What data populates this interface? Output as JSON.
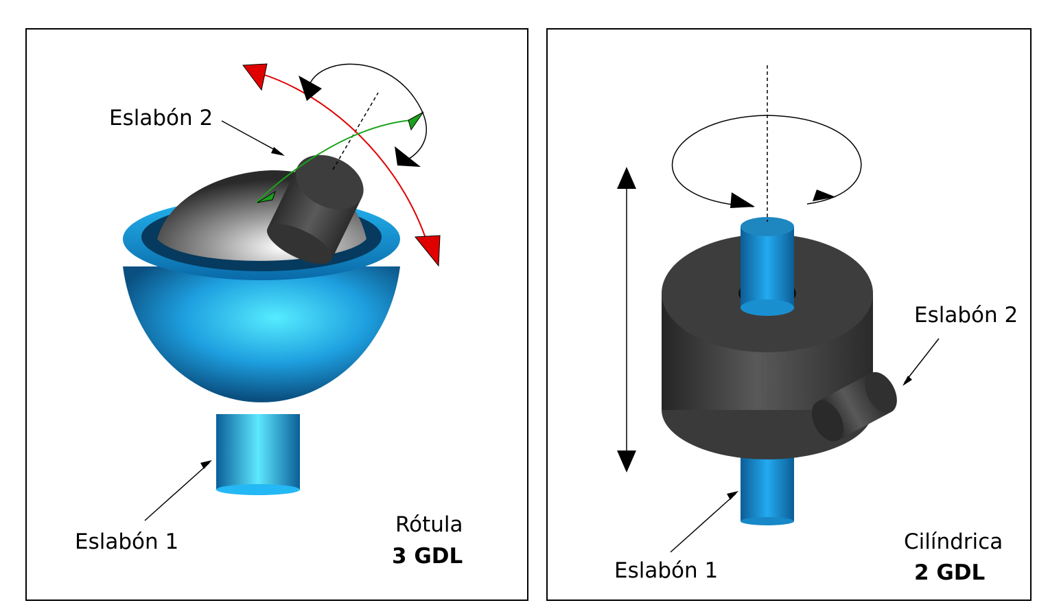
{
  "panels": [
    {
      "joint_name": "Rótula",
      "dof": "3 GDL",
      "link1_label": "Eslabón 1",
      "link2_label": "Eslabón 2"
    },
    {
      "joint_name": "Cilíndrica",
      "dof": "2 GDL",
      "link1_label": "Eslabón 1",
      "link2_label": "Eslabón 2"
    }
  ],
  "colors": {
    "link1_blue": "#1e9fdf",
    "link2_dark": "#3a3a3a",
    "arrow_red": "#e00000",
    "arrow_green": "#1aa21a",
    "arrow_black": "#000000"
  },
  "icons": [
    "rotation-arrow-icon",
    "translation-arrow-icon"
  ]
}
